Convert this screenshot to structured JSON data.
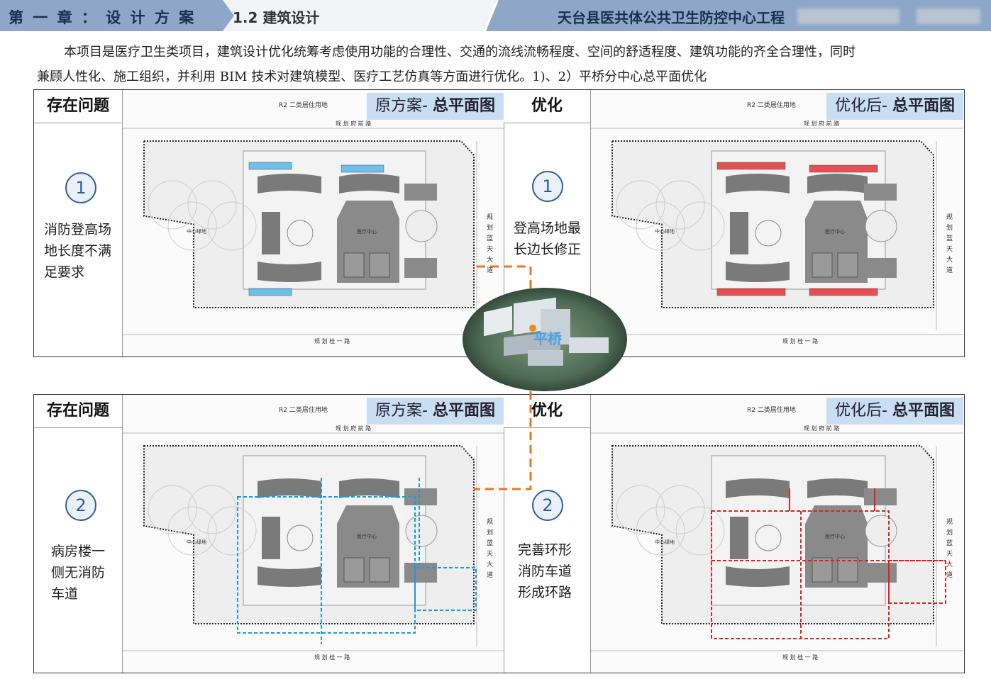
{
  "header": {
    "chapter": "第 一 章 ： 设 计 方 案",
    "section": "1.2 建筑设计",
    "project": "天台县医共体公共卫生防控中心工程"
  },
  "intro": {
    "line1": "本项目是医疗卫生类项目，建筑设计优化统筹考虑使用功能的合理性、交通的流线流畅程度、空间的舒适程度、建筑功能的齐全合理性，同时",
    "line2": "兼顾人性化、施工组织，并利用 BIM 技术对建筑模型、医疗工艺仿真等方面进行优化。1)、2）平桥分中心总平面优化"
  },
  "panels": [
    {
      "issue_header": "存在问题",
      "number": "1",
      "issue_text": [
        "消防登高场",
        "地长度不满",
        "足要求"
      ],
      "original_label": [
        "原方案-",
        "总平面图"
      ],
      "opt_header": "优化",
      "opt_text": [
        "登高场地最",
        "长边长修正"
      ],
      "optimized_label": [
        "优化后-",
        "总平面图"
      ],
      "highlight_before": "#59b6ea",
      "highlight_after": "#e4343a"
    },
    {
      "issue_header": "存在问题",
      "number": "2",
      "issue_text": [
        "病房楼一",
        "侧无消防",
        "车道"
      ],
      "original_label": [
        "原方案-",
        "总平面图"
      ],
      "opt_header": "优化",
      "opt_text": [
        "完善环形",
        "消防车道",
        "形成环路"
      ],
      "optimized_label": [
        "优化后-",
        "总平面图"
      ],
      "highlight_before": "#1a9be0",
      "highlight_after": "#e02020"
    }
  ],
  "plan_text": {
    "site_label": "R2 二类居住用地",
    "road_top": "规 划 府 前 路",
    "road_bottom": "规 划 桂 一 路",
    "road_right": "规划蓝天大道",
    "center_label": "中心绿地",
    "center_building": "医疗中心"
  },
  "render_label": "平桥",
  "connector_color": "#e87722"
}
